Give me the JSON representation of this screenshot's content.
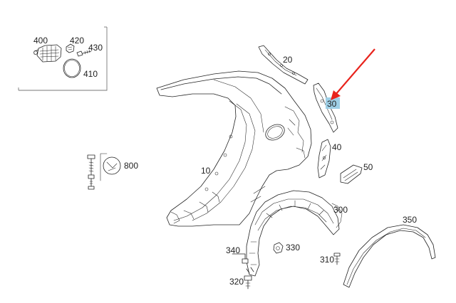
{
  "diagram": {
    "labels": {
      "p400": "400",
      "p420": "420",
      "p430": "430",
      "p410": "410",
      "p20": "20",
      "p30": "30",
      "p40": "40",
      "p50": "50",
      "p10": "10",
      "p800": "800",
      "p300": "300",
      "p350": "350",
      "p340": "340",
      "p330": "330",
      "p310": "310",
      "p320": "320"
    },
    "highlighted_part": "30"
  },
  "colors": {
    "highlight": "#9ecfe6",
    "arrow": "#e8231c",
    "line": "#222222",
    "inset_border": "#777777"
  }
}
